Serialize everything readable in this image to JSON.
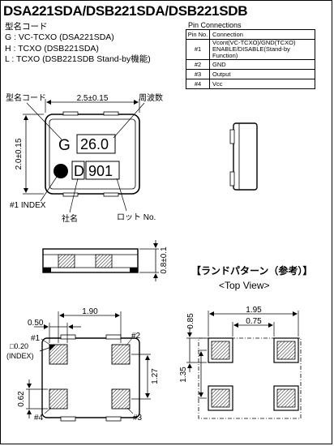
{
  "title": "DSA221SDA/DSB221SDA/DSB221SDB",
  "model_code": {
    "heading": "型名コード",
    "items": [
      "G : VC-TCXO (DSA221SDA)",
      "H : TCXO (DSB221SDA)",
      "L : TCXO (DSB221SDB Stand-by機能)"
    ]
  },
  "pin_connections": {
    "heading": "Pin Connections",
    "header": {
      "pin": "Pin No.",
      "connection": "Connection"
    },
    "rows": [
      {
        "pin": "#1",
        "line1": "Vcont(VC-TCXO)/GND(TCXO)",
        "line2": "ENABLE/DISABLE(Stand-by Function)"
      },
      {
        "pin": "#2",
        "line1": "GND"
      },
      {
        "pin": "#3",
        "line1": "Output"
      },
      {
        "pin": "#4",
        "line1": "Vcc"
      }
    ]
  },
  "top_view": {
    "label_model_code": "型名コード",
    "label_frequency": "周波数",
    "marking_line1_prefix": "G",
    "marking_line1_value": "26.0",
    "marking_line2_prefix": "D",
    "marking_line2_value": "901",
    "label_index": "#1 INDEX",
    "label_company": "社名",
    "label_lot": "ロット No.",
    "dim_width": "2.5±0.15",
    "dim_height": "2.0±0.15"
  },
  "side_view": {
    "dim_thickness": "0.8±0.1"
  },
  "bottom_view": {
    "dim_pitch_x": "1.90",
    "dim_pad_w": "0.50",
    "dim_index": "□0.20",
    "dim_index_label": "(INDEX)",
    "dim_pitch_y": "1.27",
    "dim_pad_h": "0.62",
    "pin1": "#1",
    "pin2": "#2",
    "pin3": "#3",
    "pin4": "#4"
  },
  "land_pattern": {
    "title": "【ランドパターン（参考）】",
    "subtitle": "<Top View>",
    "dim_outer": "1.95",
    "dim_inner": "0.75",
    "dim_pad": "0.85",
    "dim_pitch_y": "1.35"
  }
}
